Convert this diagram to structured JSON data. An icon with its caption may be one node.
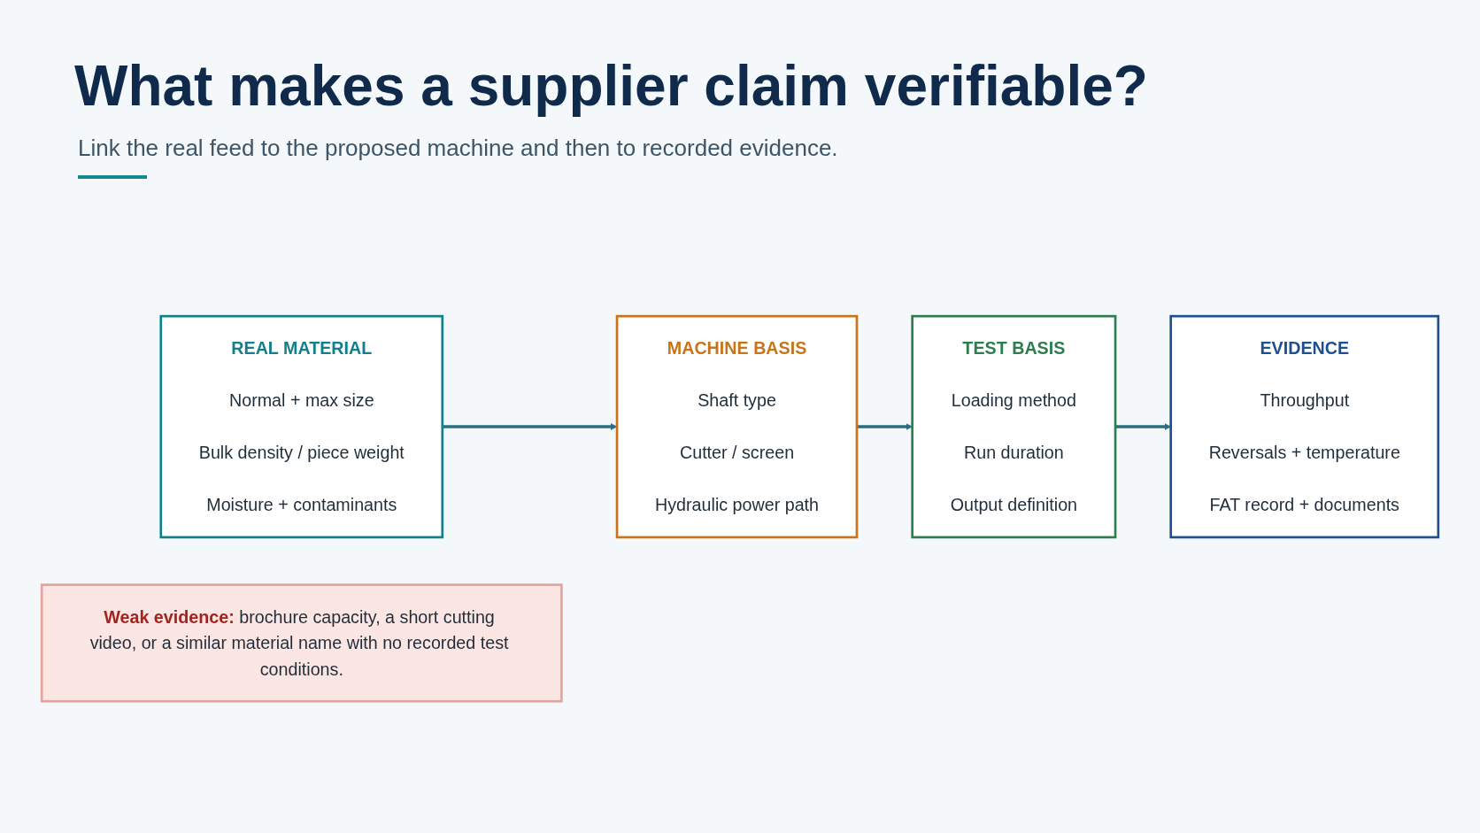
{
  "diagram": {
    "title": "What makes a supplier claim verifiable?",
    "caption": "Link the real feed to the proposed machine and then to recorded evidence.",
    "nodes": [
      {
        "text": [
          "REAL MATERIAL",
          "Normal + max size",
          "Bulk density / piece weight",
          "Moisture + contaminants"
        ]
      },
      {
        "text": [
          "MACHINE BASIS",
          "Shaft type",
          "Cutter / screen",
          "Hydraulic power path"
        ]
      },
      {
        "text": [
          "TEST BASIS",
          "Loading method",
          "Run duration",
          "Output definition"
        ]
      },
      {
        "text": [
          "EVIDENCE",
          "Throughput",
          "Reversals + temperature",
          "FAT record + documents"
        ]
      },
      {
        "text": [
          "Weak evidence:",
          "brochure capacity, a short cutting video, or a similar material name with no recorded test conditions."
        ]
      }
    ],
    "edges": [
      {
        "from": 0,
        "to": 1,
        "arrow": "to"
      },
      {
        "from": 1,
        "to": 2,
        "arrow": "to"
      },
      {
        "from": 2,
        "to": 3,
        "arrow": "to"
      }
    ]
  }
}
